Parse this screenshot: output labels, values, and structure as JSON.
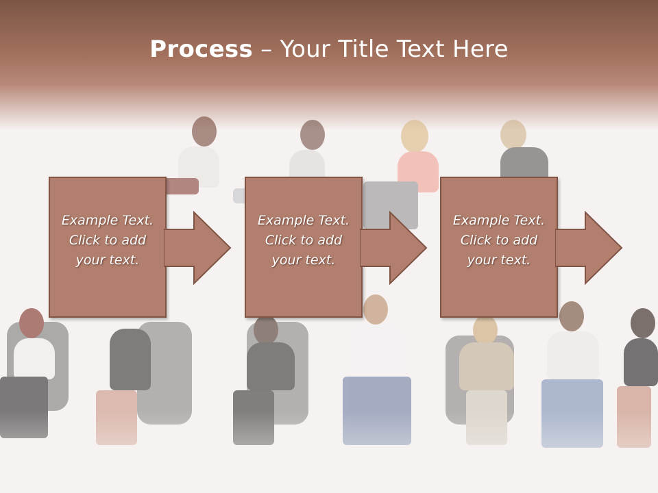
{
  "slide": {
    "title_bold": "Process",
    "title_rest": " – Your Title Text Here"
  },
  "steps": [
    {
      "text": "Example Text.\nClick  to add\nyour text."
    },
    {
      "text": "Example Text.\nClick  to add\nyour text."
    },
    {
      "text": "Example Text.\nClick  to add\nyour text."
    }
  ],
  "colors": {
    "header": "#7c5646",
    "box_fill": "#b27f6e",
    "box_border": "#7f5444",
    "text": "#ffffff"
  }
}
